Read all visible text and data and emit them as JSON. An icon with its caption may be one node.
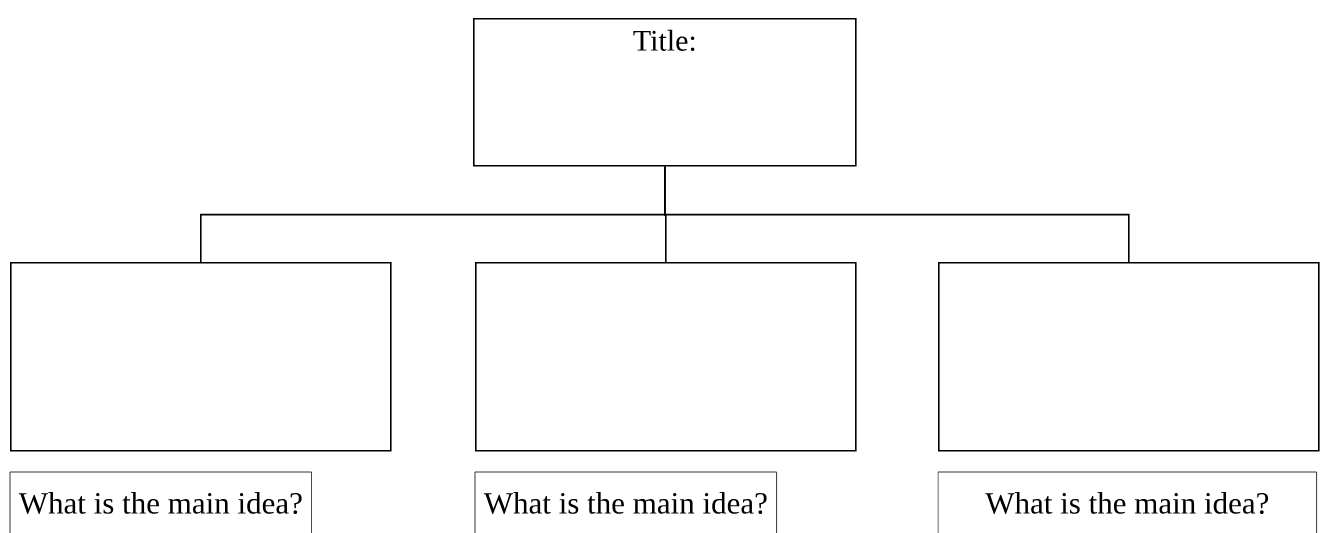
{
  "diagram": {
    "nodes": [
      {
        "text": [
          "Title:"
        ]
      },
      {
        "text": [],
        "shape": "box"
      },
      {
        "text": [],
        "shape": "box"
      },
      {
        "text": [],
        "shape": "box"
      },
      {
        "text": [
          "What is the main idea?"
        ]
      },
      {
        "text": [
          "What is the main idea?"
        ]
      },
      {
        "text": [
          "What is the main idea?"
        ]
      }
    ],
    "edges": [
      {
        "from": 0,
        "to": 1,
        "arrow": "none"
      },
      {
        "from": 0,
        "to": 2,
        "arrow": "none"
      },
      {
        "from": 0,
        "to": 3,
        "arrow": "none"
      }
    ]
  }
}
